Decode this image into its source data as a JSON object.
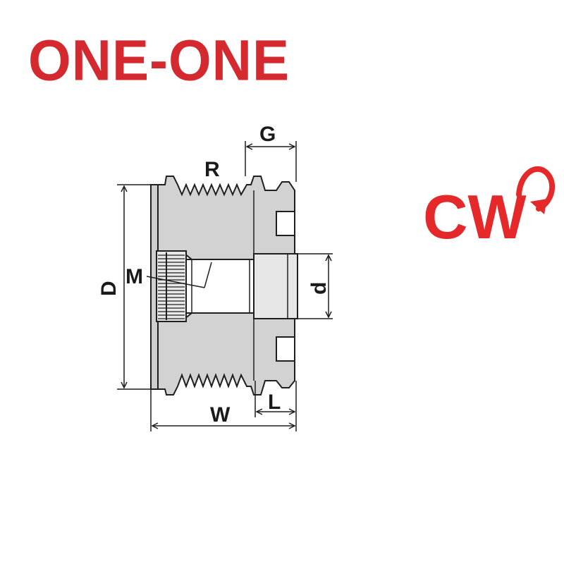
{
  "brand": {
    "text": "ONE-ONE",
    "color": "#d42a2f"
  },
  "rotation": {
    "text": "CW",
    "color": "#e5282a"
  },
  "dimensions": {
    "D": "D",
    "M": "M",
    "R": "R",
    "G": "G",
    "d": "d",
    "W": "W",
    "L": "L"
  },
  "colors": {
    "body": "#d2d2d2",
    "line": "#1f1f1f",
    "background": "#ffffff"
  },
  "icons": {
    "rotation_arrow": "clockwise-arrow-icon"
  }
}
